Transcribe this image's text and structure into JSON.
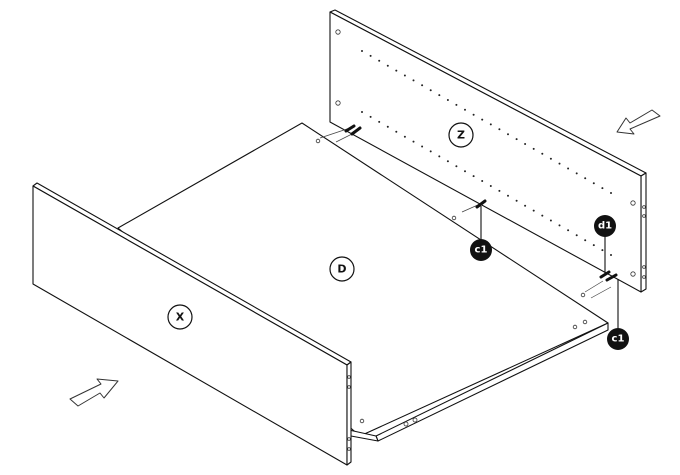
{
  "diagram": {
    "type": "furniture-assembly-step",
    "panels": [
      {
        "id": "Z",
        "label": "Z",
        "role": "back panel"
      },
      {
        "id": "D",
        "label": "D",
        "role": "bottom panel"
      },
      {
        "id": "X",
        "label": "X",
        "role": "front panel"
      }
    ],
    "hardware_callouts": [
      {
        "id": "c1_middle",
        "label": "c1"
      },
      {
        "id": "d1",
        "label": "d1"
      },
      {
        "id": "c1_right",
        "label": "c1"
      }
    ],
    "arrows": [
      {
        "id": "arrow-z",
        "direction": "down-left",
        "target": "Z"
      },
      {
        "id": "arrow-x",
        "direction": "up-right",
        "target": "X"
      }
    ],
    "colors": {
      "line": "#111111",
      "badge_fill": "#111111",
      "badge_text": "#ffffff",
      "background": "#ffffff"
    }
  }
}
